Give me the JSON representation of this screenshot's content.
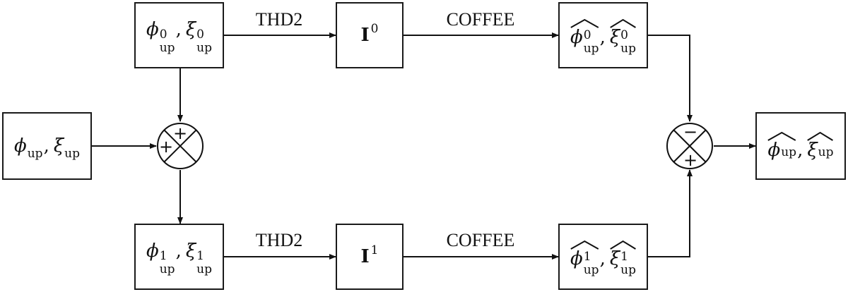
{
  "inputs": {
    "main": {
      "phi": "ϕ",
      "xi": "ξ",
      "sub": "up"
    }
  },
  "branches": [
    {
      "id": 0,
      "phi": "ϕ",
      "xi": "ξ",
      "sub": "up",
      "sup": "0",
      "process1": "THD2",
      "intermediate": "I",
      "intermediate_sup": "0",
      "process2": "COFFEE"
    },
    {
      "id": 1,
      "phi": "ϕ",
      "xi": "ξ",
      "sub": "up",
      "sup": "1",
      "process1": "THD2",
      "intermediate": "I",
      "intermediate_sup": "1",
      "process2": "COFFEE"
    }
  ],
  "split_junction": {
    "signs": [
      "+",
      "+"
    ]
  },
  "merge_junction": {
    "signs": [
      "−",
      "+"
    ]
  },
  "output": {
    "phi": "ϕ",
    "xi": "ξ",
    "sub": "up"
  }
}
